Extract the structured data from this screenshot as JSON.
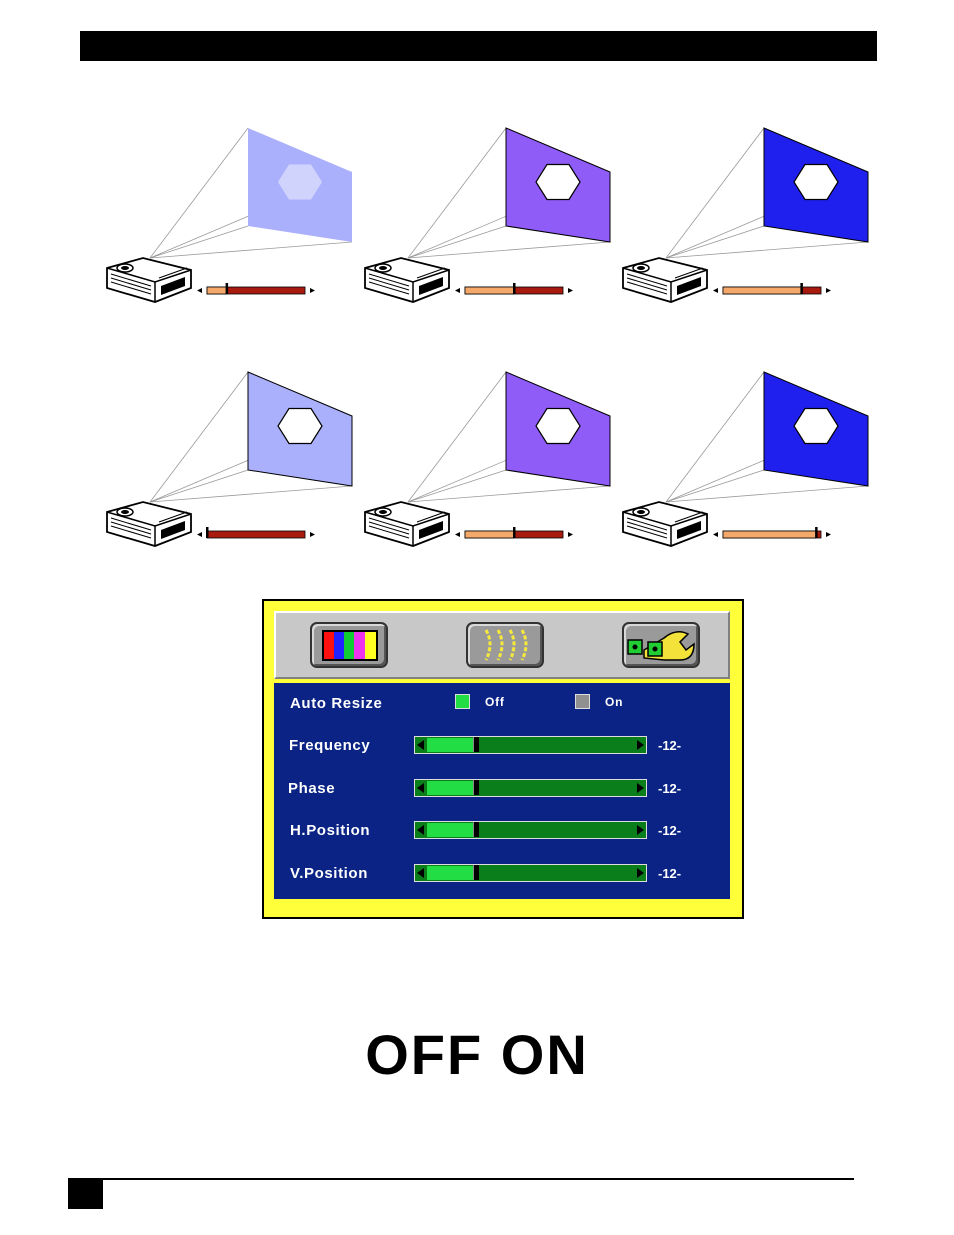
{
  "illustrations": [
    {
      "screen_color": "#aab0fb",
      "hexagon_color": "#d0d4fd",
      "slider_level_percent": 20
    },
    {
      "screen_color": "#8f5cf8",
      "hexagon_color": "#ffffff",
      "slider_level_percent": 50
    },
    {
      "screen_color": "#2020ee",
      "hexagon_color": "#ffffff",
      "slider_level_percent": 80
    },
    {
      "screen_color": "#aab0fb",
      "hexagon_color": "#ffffff",
      "slider_level_percent": 0
    },
    {
      "screen_color": "#8f5cf8",
      "hexagon_color": "#ffffff",
      "slider_level_percent": 50
    },
    {
      "screen_color": "#2020ee",
      "hexagon_color": "#ffffff",
      "slider_level_percent": 95
    }
  ],
  "osd": {
    "tabs": [
      {
        "icon": "color-bars-icon"
      },
      {
        "icon": "waves-icon"
      },
      {
        "icon": "wrench-tool-icon"
      }
    ],
    "auto_resize": {
      "label": "Auto Resize",
      "off_label": "Off",
      "on_label": "On",
      "off_color": "#22dd44",
      "on_color": "#909090"
    },
    "sliders": [
      {
        "label": "Frequency",
        "value": "-12-",
        "level_percent": 23
      },
      {
        "label": "Phase",
        "value": "-12-",
        "level_percent": 23
      },
      {
        "label": "H.Position",
        "value": "-12-",
        "level_percent": 23
      },
      {
        "label": "V.Position",
        "value": "-12-",
        "level_percent": 23
      }
    ]
  },
  "big_text": "OFF ON",
  "colors": {
    "osd_frame": "#ffff3a",
    "osd_body": "#0a2384",
    "slider_track": "#0a7e1a",
    "slider_fill": "#22dd44"
  }
}
